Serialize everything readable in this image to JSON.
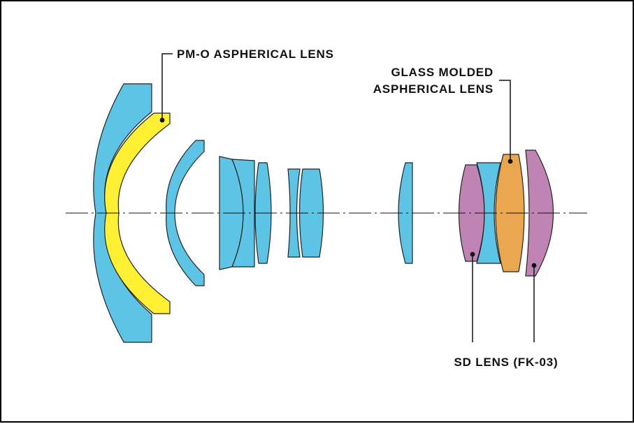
{
  "diagram": {
    "colors": {
      "element": "#5EC4E6",
      "pm_o_aspherical": "#FFF033",
      "glass_molded_aspherical": "#EAA750",
      "sd_lens": "#BF84B4",
      "outline": "#222222",
      "axis": "#111111"
    },
    "labels": {
      "pm_o": "PM-O ASPHERICAL LENS",
      "glass_molded_line1": "GLASS MOLDED",
      "glass_molded_line2": "ASPHERICAL LENS",
      "sd": "SD LENS (FK-03)"
    }
  }
}
